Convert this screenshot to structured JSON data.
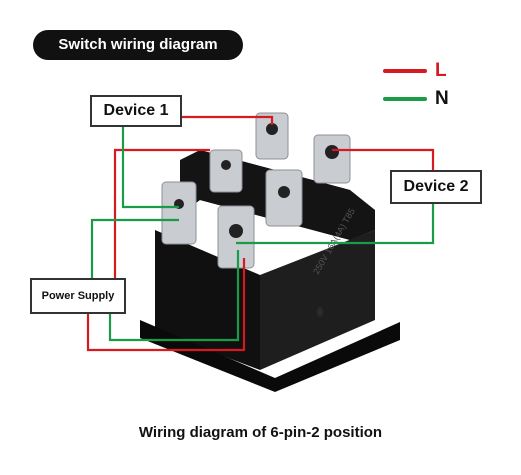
{
  "header": {
    "title": "Switch wiring diagram"
  },
  "legend": [
    {
      "label": "L",
      "color": "#d71920"
    },
    {
      "label": "N",
      "color": "#1a9b48"
    }
  ],
  "labels": {
    "device1": "Device 1",
    "device2": "Device 2",
    "power_supply": "Power Supply"
  },
  "switch_markings": "250V 16A(4A) T85",
  "caption": "Wiring diagram of 6-pin-2 position",
  "colors": {
    "live": "#d71920",
    "neutral": "#1a9b48",
    "switch_body": "#181818",
    "pin_metal": "#c9ccd0"
  }
}
